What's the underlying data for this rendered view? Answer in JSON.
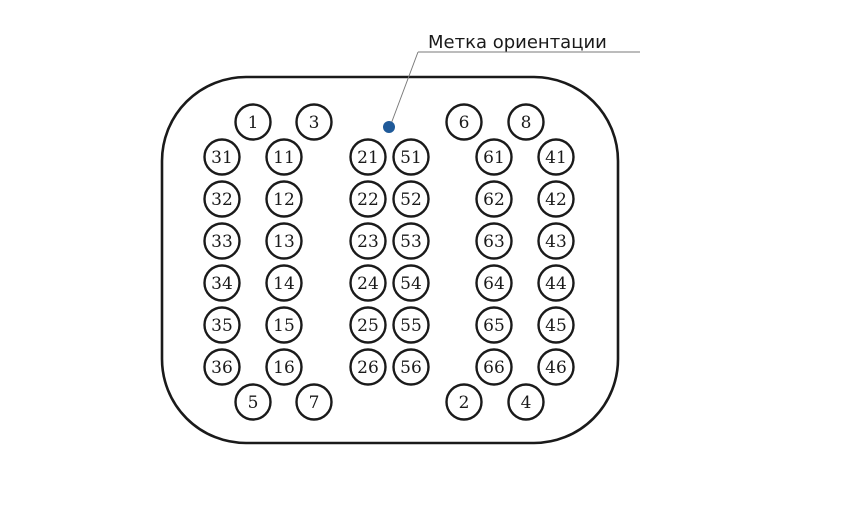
{
  "callout": {
    "label": "Метка ориентации"
  },
  "colors": {
    "outline": "#1a1a1a",
    "marker": "#1f5a99",
    "leader": "#7a7a7a"
  },
  "pins": {
    "top": [
      "1",
      "3",
      "6",
      "8"
    ],
    "bottom": [
      "5",
      "7",
      "2",
      "4"
    ],
    "columns": [
      [
        "31",
        "32",
        "33",
        "34",
        "35",
        "36"
      ],
      [
        "11",
        "12",
        "13",
        "14",
        "15",
        "16"
      ],
      [
        "21",
        "22",
        "23",
        "24",
        "25",
        "26"
      ],
      [
        "51",
        "52",
        "53",
        "54",
        "55",
        "56"
      ],
      [
        "61",
        "62",
        "63",
        "64",
        "65",
        "66"
      ],
      [
        "41",
        "42",
        "43",
        "44",
        "45",
        "46"
      ]
    ]
  }
}
